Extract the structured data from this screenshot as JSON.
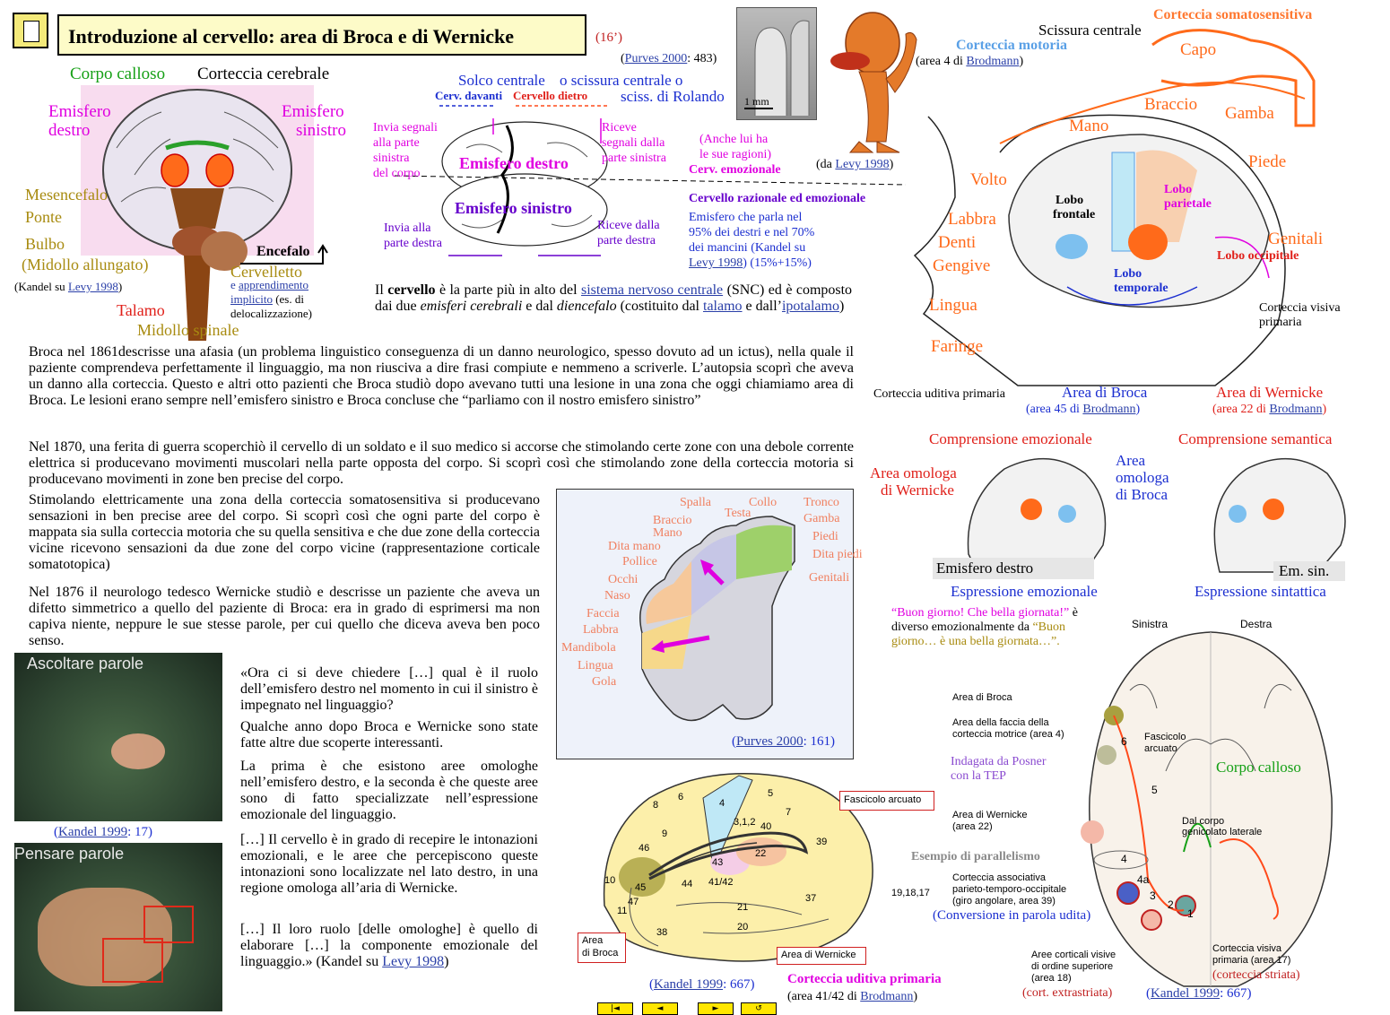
{
  "header": {
    "title": "Introduzione al cervello: area di Broca e di Wernicke",
    "duration": "(16’)"
  },
  "brain_section": {
    "corpo_calloso": "Corpo calloso",
    "corteccia_cerebrale": "Corteccia cerebrale",
    "emisfero_destro": [
      "Emisfero",
      "destro"
    ],
    "emisfero_sinistro": [
      "Emisfero",
      "sinistro"
    ],
    "mesencefalo": "Mesencefalo",
    "ponte": "Ponte",
    "bulbo": "Bulbo",
    "midollo_allungato": "(Midollo allungato)",
    "encefalo": "Encefalo",
    "cervelletto": "Cervelletto",
    "apprendimento": [
      "e",
      "apprendimento",
      "implicito",
      "(es. di",
      "delocalizzazione)"
    ],
    "kandel_src": "(Kandel su",
    "kandel_link": "Levy 1998",
    "talamo": "Talamo",
    "midollo_spinale": "Midollo spinale"
  },
  "hemi_diagram": {
    "solco": "Solco centrale",
    "scissura": "o scissura centrale o",
    "rolando": "sciss. di Rolando",
    "cerv_davanti": "Cerv. davanti",
    "cerv_dietro": "Cervello dietro",
    "invia_sx": [
      "Invia segnali",
      "alla parte",
      "sinistra",
      "del corpo"
    ],
    "riceve_sx": [
      "Riceve",
      "segnali dalla",
      "parte sinistra"
    ],
    "emisfero_destro": "Emisfero destro",
    "emisfero_sinistro": "Emisfero sinistro",
    "invia_dx": [
      "Invia alla",
      "parte destra"
    ],
    "riceve_dx": [
      "Riceve dalla",
      "parte destra"
    ],
    "anche_lui": [
      "(Anche lui ha",
      "le sue ragioni)",
      "Cerv. emozionale"
    ],
    "razionale": "Cervello razionale ed emozionale",
    "emisfero_parla": [
      "Emisfero che parla nel",
      "95% dei destri e nel 70%",
      "dei mancini (Kandel su"
    ],
    "levy_link": "Levy 1998",
    "levy_pct": ") (15%+15%)"
  },
  "scan_photo": {
    "purves_link": "Purves 2000",
    "purves_page": ": 483)",
    "scale": "1 mm"
  },
  "homunculus": {
    "da": "(da",
    "levy_link": "Levy 1998",
    "close": ")"
  },
  "cns_text": {
    "il": "Il",
    "cervello": "cervello",
    "rest1": "è la parte più in alto del",
    "snc_link": "sistema nervoso centrale",
    "rest2": "(SNC) ed",
    "line2a": "è composto dai due",
    "emisferi": "emisferi cerebrali",
    "e_dal": "e dal",
    "diencefalo": "diencefalo",
    "costituito": "(costituito dal",
    "talamo_link": "talamo",
    "e_dall": "e dall’",
    "ipotalamo_link": "ipotalamo",
    "close": ")"
  },
  "paragraphs": {
    "broca": "Broca nel 1861descrisse una afasia (un problema linguistico conseguenza di un danno neurologico, spesso dovuto ad un ictus), nella quale il paziente comprendeva perfettamente il linguaggio, ma non riusciva a dire frasi compiute e nemmeno a scriverle. L’autopsia scoprì che aveva un danno alla corteccia. Questo e altri otto pazienti che Broca studiò dopo avevano tutti una lesione in una zona che oggi chiamiamo area di Broca. Le lesioni erano sempre nell’emisfero sinistro e Broca concluse che “parliamo con il nostro emisfero sinistro”",
    "p1870": "Nel 1870, una ferita di guerra scoperchiò il cervello di un soldato e il suo medico si accorse che stimolando certe zone con una debole corrente elettrica si producevano movimenti muscolari nella parte opposta del corpo. Si scoprì così che stimolando zone della corteccia motoria si producevano movimenti in zone ben precise del corpo.",
    "stimolando": "Stimolando elettricamente una zona della corteccia somatosensitiva si producevano sensazioni in ben precise aree del corpo. Si scoprì così che ogni parte del corpo è mappata sia sulla corteccia motoria che su quella sensitiva e che due zone della corteccia vicine ricevono sensazioni da due zone del corpo vicine (rappresentazione corticale somatotopica)",
    "p1876": "Nel 1876 il neurologo tedesco Wernicke studiò e descrisse un paziente che aveva un difetto simmetrico a quello del paziente di Broca: era in grado di esprimersi ma non capiva niente, neppure le sue stesse parole, per cui quello che diceva aveva ben poco senso.",
    "quote1": "«Ora ci si deve chiedere […] qual è il ruolo dell’emisfero destro nel momento in cui il sinistro è impegnato nel linguaggio?",
    "quote2": "Qualche anno dopo Broca e Wernicke sono state fatte altre due scoperte interessanti.",
    "quote3": "La prima è che esistono aree omologhe nell’emisfero destro, e la seconda è che queste aree sono di fatto specializzate nell’espressione emozionale del linguaggio.",
    "quote4": "[…] Il cervello è in grado di recepire le intonazioni emozionali, e le aree che percepiscono queste intonazioni sono localizzate nel lato destro, in una regione omologa all’aria di Wernicke.",
    "quote5a": "[…] Il loro ruolo [delle omologhe] è quello di elaborare […] la componente emozionale del linguaggio.» (Kandel su",
    "quote5_link": "Levy 1998",
    "quote5b": ")"
  },
  "pet_images": {
    "ascoltare": "Ascoltare parole",
    "pensare": "Pensare parole",
    "kandel_link": "Kandel 1999",
    "kandel_page": ": 17)"
  },
  "somatotopic_map": {
    "labels": [
      "Spalla",
      "Collo",
      "Tronco",
      "Testa",
      "Braccio",
      "Gamba",
      "Mano",
      "Piedi",
      "Dita mano",
      "Dita piedi",
      "Pollice",
      "Genitali",
      "Occhi",
      "Naso",
      "Faccia",
      "Labbra",
      "Mandibola",
      "Lingua",
      "Gola"
    ],
    "purves_link": "Purves 2000",
    "purves_page": ": 161)"
  },
  "lateral_brain": {
    "scissura": "Scissura centrale",
    "corteccia_somato": "Corteccia somatosensitiva",
    "corteccia_motoria": "Corteccia motoria",
    "area4": "(area 4 di",
    "brodmann_link": "Brodmann",
    "close": ")",
    "capo": "Capo",
    "braccio": "Braccio",
    "mano": "Mano",
    "gamba": "Gamba",
    "piede": "Piede",
    "volto": "Volto",
    "labbra": "Labbra",
    "denti": "Denti",
    "gengive": "Gengive",
    "lingua": "Lingua",
    "faringe": "Faringe",
    "genitali": "Genitali",
    "lobo_frontale": [
      "Lobo",
      "frontale"
    ],
    "lobo_parietale": [
      "Lobo",
      "parietale"
    ],
    "lobo_temporale": [
      "Lobo",
      "temporale"
    ],
    "lobo_occipitale": "Lobo occipitale",
    "visiva": [
      "Corteccia visiva",
      "primaria"
    ],
    "uditiva": "Corteccia uditiva primaria",
    "area_broca": "Area di Broca",
    "area45": "(area 45 di",
    "area_wernicke": "Area di Wernicke",
    "area22": "(area 22 di"
  },
  "emotional": {
    "comprensione_emo": "Comprensione emozionale",
    "comprensione_sem": "Comprensione semantica",
    "omologa_wernicke": [
      "Area omologa",
      "di Wernicke"
    ],
    "omologa_broca": [
      "Area",
      "omologa",
      "di Broca"
    ],
    "emisfero_destro": "Emisfero destro",
    "em_sin": "Em. sin.",
    "espressione_emo": "Espressione emozionale",
    "espressione_sint": "Espressione sintattica",
    "buon_giorno_1": "“Buon giorno! Che bella giornata!”",
    "buon_giorno_2": "è",
    "buon_giorno_3": "diverso emozionalmente da",
    "buon_giorno_4": "“Buon",
    "buon_giorno_5": "giorno… è una bella giornata…”."
  },
  "brodmann_brain": {
    "numbers": [
      "8",
      "6",
      "4",
      "5",
      "3,1,2",
      "7",
      "46",
      "9",
      "40",
      "39",
      "10",
      "45",
      "44",
      "22",
      "41/42",
      "43",
      "37",
      "11",
      "21",
      "38",
      "20",
      "19,18,17",
      "47"
    ],
    "fascicolo": "Fascicolo arcuato",
    "area_broca": [
      "Area",
      "di Broca"
    ],
    "area_wernicke": "Area di Wernicke",
    "uditiva": "Corteccia uditiva primaria",
    "area4142": "(area 41/42 di",
    "brodmann_link": "Brodmann",
    "close": ")",
    "kandel_link": "Kandel 1999",
    "kandel_page": ": 667)"
  },
  "axial_brain": {
    "sinistra": "Sinistra",
    "destra": "Destra",
    "area_broca": "Area di Broca",
    "faccia": [
      "Area della faccia della",
      "corteccia motrice (area 4)"
    ],
    "indagata": [
      "Indagata da Posner",
      "con la TEP"
    ],
    "wernicke": [
      "Area di Wernicke",
      "(area 22)"
    ],
    "parallelismo": "Esempio di parallelismo",
    "associativa": [
      "Corteccia associativa",
      "parieto-temporo-occipitale",
      "(giro angolare, area 39)"
    ],
    "conversione": "(Conversione in parola udita)",
    "aree_visive": [
      "Aree corticali visive",
      "di ordine superiore",
      "(area 18)"
    ],
    "cort_extra": "(cort. extrastriata)",
    "fascicolo": [
      "Fascicolo",
      "arcuato"
    ],
    "corpo_calloso": "Corpo calloso",
    "genicolato": [
      "Dal corpo",
      "genicolato laterale"
    ],
    "visiva": [
      "Corteccia visiva",
      "primaria (area 17)"
    ],
    "striata": "(corteccia striata)",
    "nums": [
      "6",
      "5",
      "4",
      "4a",
      "3",
      "2",
      "1"
    ],
    "kandel_link": "Kandel 1999",
    "kandel_page": ": 667)"
  },
  "nav": {
    "first": "|◄",
    "prev": "◄",
    "next": "►",
    "last": "↺"
  }
}
